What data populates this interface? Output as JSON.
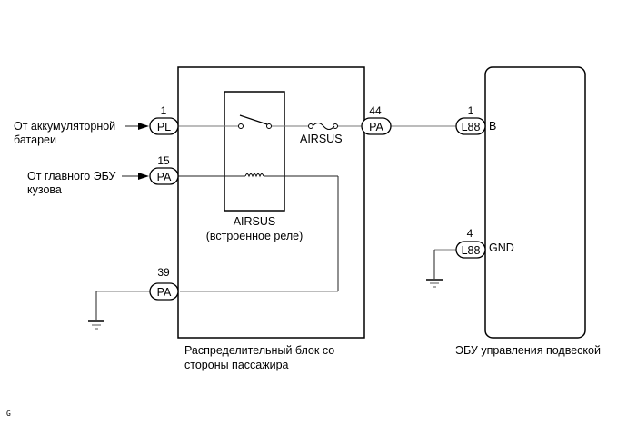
{
  "inputs": {
    "battery_label_line1": "От аккумуляторной",
    "battery_label_line2": "батареи",
    "body_ecu_label_line1": "От главного ЭБУ",
    "body_ecu_label_line2": "кузова"
  },
  "junction_block": {
    "label_line1": "Распределительный блок со",
    "label_line2": "стороны пассажира",
    "connectors": [
      {
        "pin": "1",
        "name": "PL"
      },
      {
        "pin": "15",
        "name": "PA"
      },
      {
        "pin": "39",
        "name": "PA"
      },
      {
        "pin": "44",
        "name": "PA"
      }
    ],
    "relay": {
      "label_line1": "AIRSUS",
      "label_line2": "(встроенное реле)"
    },
    "fuse": {
      "label": "AIRSUS"
    }
  },
  "suspension_ecu": {
    "label": "ЭБУ управления подвеской",
    "connectors": [
      {
        "pin": "1",
        "name": "L88",
        "terminal": "B"
      },
      {
        "pin": "4",
        "name": "L88",
        "terminal": "GND"
      }
    ]
  },
  "corner_mark": "G"
}
